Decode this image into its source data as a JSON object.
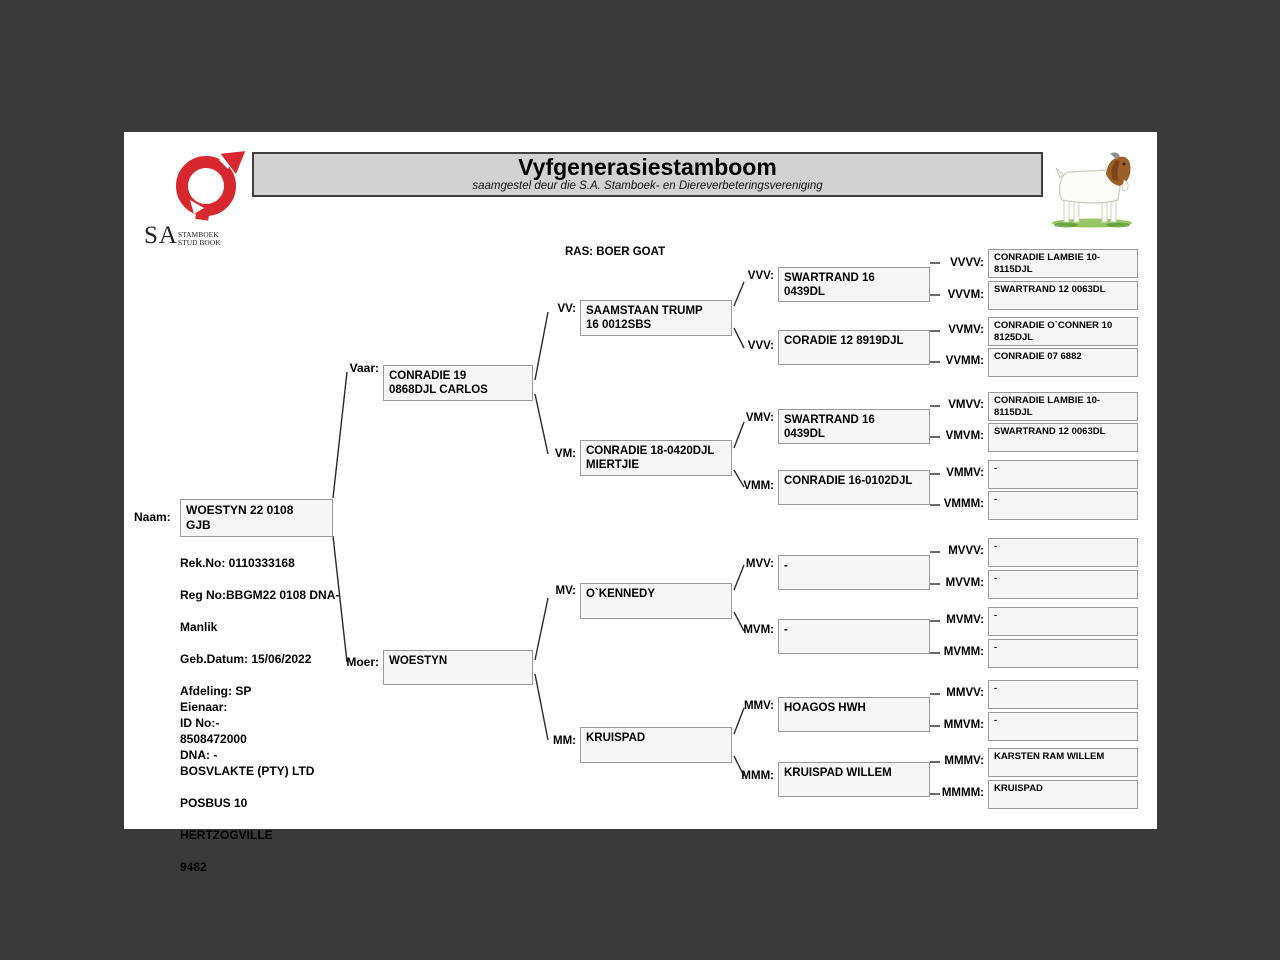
{
  "header": {
    "title": "Vyfgenerasiestamboom",
    "subtitle": "saamgestel deur die S.A. Stamboek- en Diereverbeteringsvereniging"
  },
  "logo": {
    "sa": "SA",
    "line1": "STAMBOEK",
    "line2": "STUD BOOK",
    "brand_red": "#d7282f"
  },
  "breed_label": "RAS: BOER GOAT",
  "subject": {
    "label": "Naam:",
    "name": "WOESTYN 22 0108\nGJB",
    "details": [
      "Rek.No: 0110333168",
      "Reg No:BBGM22 0108 DNA-",
      "Manlik",
      "Geb.Datum: 15/06/2022",
      "Afdeling: SP",
      "ID No:-",
      "DNA: -"
    ],
    "owner": [
      "Eienaar:",
      "8508472000",
      "BOSVLAKTE (PTY) LTD",
      "POSBUS 10",
      "HERTZOGVILLE",
      "9482"
    ]
  },
  "pedigree": {
    "vaar": {
      "label": "Vaar:",
      "name": "CONRADIE 19\n0868DJL CARLOS"
    },
    "moer": {
      "label": "Moer:",
      "name": "WOESTYN"
    },
    "vv": {
      "label": "VV:",
      "name": "SAAMSTAAN TRUMP\n16 0012SBS"
    },
    "vm": {
      "label": "VM:",
      "name": "CONRADIE 18-0420DJL\nMIERTJIE"
    },
    "mv": {
      "label": "MV:",
      "name": "O`KENNEDY"
    },
    "mm": {
      "label": "MM:",
      "name": "KRUISPAD"
    },
    "vvv1": {
      "label": "VVV:",
      "name": "SWARTRAND 16\n0439DL"
    },
    "vvv2": {
      "label": "VVV:",
      "name": "CORADIE 12 8919DJL"
    },
    "vmv": {
      "label": "VMV:",
      "name": "SWARTRAND 16\n0439DL"
    },
    "vmm": {
      "label": "VMM:",
      "name": "CONRADIE 16-0102DJL"
    },
    "mvv": {
      "label": "MVV:",
      "name": "-"
    },
    "mvm": {
      "label": "MVM:",
      "name": "-"
    },
    "mmv": {
      "label": "MMV:",
      "name": "HOAGOS HWH"
    },
    "mmm": {
      "label": "MMM:",
      "name": "KRUISPAD WILLEM"
    },
    "vvvv": {
      "label": "VVVV:",
      "name": "CONRADIE LAMBIE 10-\n8115DJL"
    },
    "vvvm": {
      "label": "VVVM:",
      "name": "SWARTRAND 12 0063DL"
    },
    "vvmv": {
      "label": "VVMV:",
      "name": "CONRADIE O`CONNER 10\n8125DJL"
    },
    "vvmm": {
      "label": "VVMM:",
      "name": "CONRADIE 07 6882"
    },
    "vmvv": {
      "label": "VMVV:",
      "name": "CONRADIE LAMBIE 10-\n8115DJL"
    },
    "vmvm": {
      "label": "VMVM:",
      "name": "SWARTRAND 12 0063DL"
    },
    "vmmv": {
      "label": "VMMV:",
      "name": "-"
    },
    "vmmm": {
      "label": "VMMM:",
      "name": "-"
    },
    "mvvv": {
      "label": "MVVV:",
      "name": "-"
    },
    "mvvm": {
      "label": "MVVM:",
      "name": "-"
    },
    "mvmv": {
      "label": "MVMV:",
      "name": "-"
    },
    "mvmm": {
      "label": "MVMM:",
      "name": "-"
    },
    "mmvv": {
      "label": "MMVV:",
      "name": "-"
    },
    "mmvm": {
      "label": "MMVM:",
      "name": "-"
    },
    "mmmv": {
      "label": "MMMV:",
      "name": "KARSTEN RAM WILLEM"
    },
    "mmmm": {
      "label": "MMMM:",
      "name": "KRUISPAD"
    }
  }
}
